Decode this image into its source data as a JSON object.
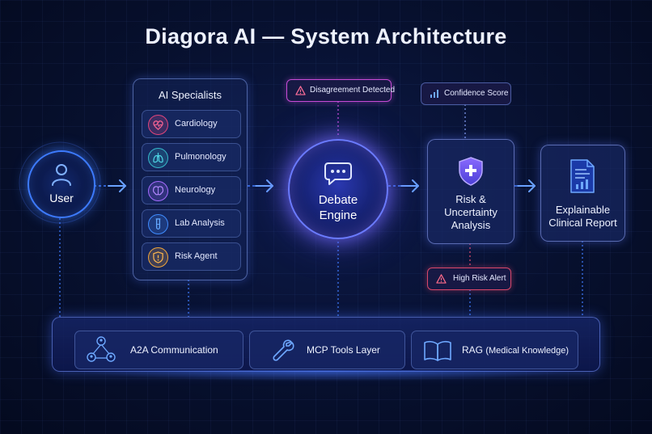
{
  "title": "Diagora AI — System Architecture",
  "user": {
    "label": "User",
    "icon": "user-icon"
  },
  "specialists": {
    "heading": "AI Specialists",
    "items": [
      {
        "label": "Cardiology",
        "icon": "heart-pulse-icon",
        "color": "#e0457b"
      },
      {
        "label": "Pulmonology",
        "icon": "lungs-icon",
        "color": "#36b8c9"
      },
      {
        "label": "Neurology",
        "icon": "brain-icon",
        "color": "#a66bff"
      },
      {
        "label": "Lab Analysis",
        "icon": "test-tube-icon",
        "color": "#3f8cff"
      },
      {
        "label": "Risk Agent",
        "icon": "shield-alert-icon",
        "color": "#f0a53a"
      }
    ]
  },
  "debate": {
    "label_line1": "Debate",
    "label_line2": "Engine",
    "icon": "chat-bubble-icon"
  },
  "risk": {
    "line1": "Risk &",
    "line2": "Uncertainty",
    "line3": "Analysis",
    "icon": "shield-plus-icon"
  },
  "report": {
    "line1": "Explainable",
    "line2": "Clinical Report",
    "icon": "report-chart-icon"
  },
  "badges": {
    "disagreement": "Disagreement Detected",
    "confidence": "Confidence Score",
    "high_risk": "High Risk Alert"
  },
  "tools": [
    {
      "label": "A2A Communication",
      "icon": "network-users-icon"
    },
    {
      "label": "MCP Tools Layer",
      "icon": "wrench-icon"
    },
    {
      "label": "RAG",
      "sub": "(Medical Knowledge)",
      "icon": "book-icon"
    }
  ],
  "colors": {
    "accent": "#3d7bff",
    "debate": "#6b7bff",
    "alert": "#d8476a",
    "disagreement": "#c74bd6"
  }
}
